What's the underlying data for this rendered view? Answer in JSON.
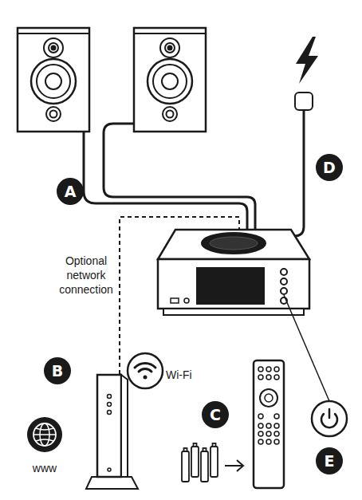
{
  "diagram": {
    "nodes": [
      {
        "text": [
          "D"
        ]
      },
      {
        "text": [
          "A"
        ]
      },
      {
        "text": [
          "B"
        ]
      },
      {
        "text": [
          "C"
        ]
      },
      {
        "text": [
          "E"
        ]
      }
    ],
    "labels": [
      "Optional network connection",
      "Wi-Fi",
      "www"
    ]
  }
}
